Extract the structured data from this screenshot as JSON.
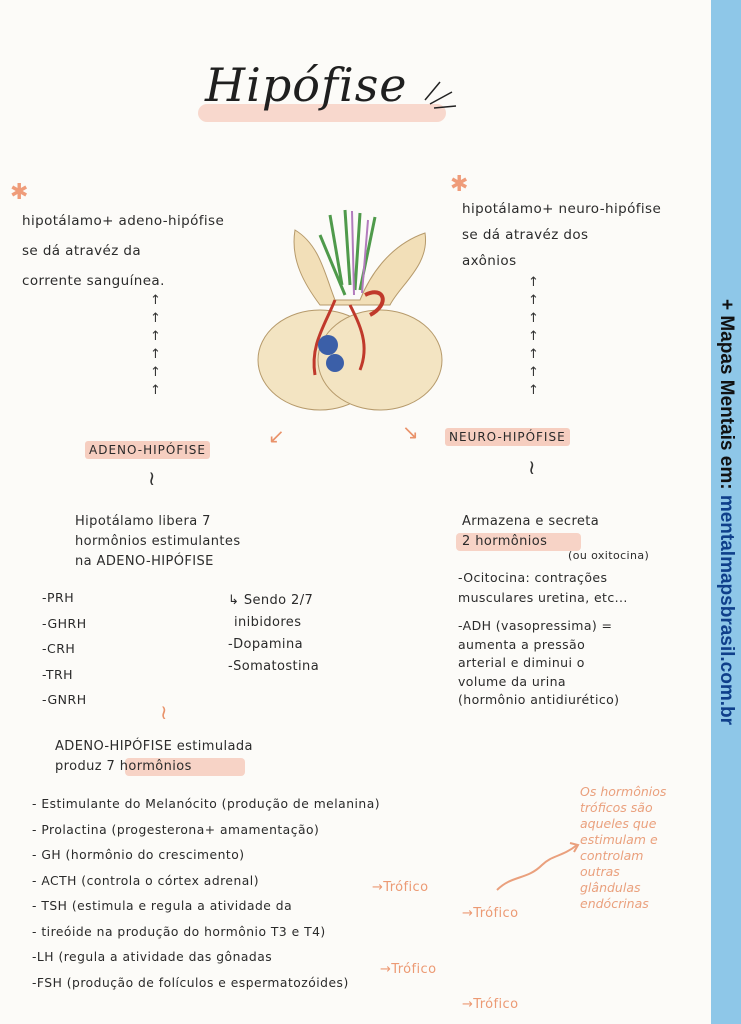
{
  "title": "Hipófise",
  "sidebar": {
    "prefix": "+ Mapas Mentais em: ",
    "url": "mentalmapsbrasil.com.br"
  },
  "left_top": {
    "lines": [
      "hipotálamo+ adeno-hipófise",
      "se dá atravéz da",
      "corrente sanguínea."
    ]
  },
  "right_top": {
    "lines": [
      "hipotálamo+ neuro-hipófise",
      "se dá atravéz dos",
      "axônios"
    ]
  },
  "labels": {
    "adeno": "ADENO-HIPÓFISE",
    "neuro": "NEURO-HIPÓFISE"
  },
  "adeno_block": {
    "lines": [
      "Hipotálamo libera 7",
      "hormônios estimulantes",
      "na ADENO-HIPÓFISE"
    ]
  },
  "releasing_hormones": [
    "-PRH",
    "-GHRH",
    "-CRH",
    "-TRH",
    "-GNRH"
  ],
  "inhibitors": {
    "heading": "↳ Sendo 2/7",
    "sub": "inibidores",
    "items": [
      "-Dopamina",
      "-Somatostina"
    ]
  },
  "neuro_block": {
    "line1": "Armazena e secreta",
    "line2": "2 hormônios",
    "ocitocina_note": "(ou oxitocina)",
    "ocitocina": [
      "-Ocitocina: contrações",
      "musculares uretina, etc..."
    ],
    "adh": [
      "-ADH (vasopressima) =",
      "aumenta a pressão",
      "arterial e diminui o",
      "volume da urina",
      "(hormônio antidiurético)"
    ]
  },
  "adeno_stimulated": {
    "line1": "ADENO-HIPÓFISE estimulada",
    "line2": "produz 7 hormônios"
  },
  "stimulated_hormones": [
    "- Estimulante do Melanócito (produção de melanina)",
    "- Prolactina (progesterona+ amamentação)",
    "- GH (hormônio do crescimento)",
    "- ACTH (controla o córtex adrenal)",
    "- TSH (estimula e regula a atividade da",
    "-        tireóide na produção do hormônio T3 e T4)",
    "-LH (regula a atividade das gônadas",
    "-FSH (produção de folículos e espermatozóides)"
  ],
  "trofico": "Trófico",
  "side_note": [
    "Os hormônios",
    "tróficos são",
    "aqueles que",
    "estimulam e",
    "controlam",
    "outras",
    "glândulas",
    "endócrinas"
  ],
  "colors": {
    "highlight": "#f6cec0",
    "orange": "#e9926a",
    "sidebar": "#8ec7e8",
    "url": "#0f3f8a"
  }
}
